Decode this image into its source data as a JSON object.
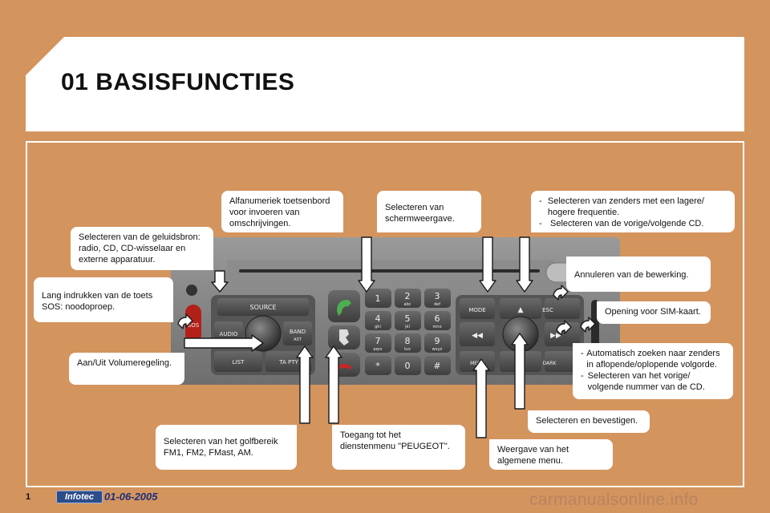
{
  "header": {
    "title": "01 BASISFUNCTIES"
  },
  "labels": {
    "source": "Selecteren van de geluidsbron: radio, CD, CD-wisselaar en externe apparatuur.",
    "sos": "Lang indrukken van de toets SOS: noodoproep.",
    "volume": "Aan/Uit Volumeregeling.",
    "keyboard": "Alfanumeriek toetsenbord voor invoeren van omschrijvingen.",
    "display_mode": "Selecteren van schermweergave.",
    "frequency_items": [
      "Selecteren van zenders met een lagere/ hogere frequentie.",
      "Selecteren van de vorige/volgende CD."
    ],
    "cancel": "Annuleren van de bewerking.",
    "sim": "Opening voor SIM-kaart.",
    "search_items": [
      "Automatisch zoeken naar zenders in aflopende/oplopende volgorde.",
      "Selecteren van het vorige/ volgende nummer van de CD."
    ],
    "confirm": "Selecteren en bevestigen.",
    "band": "Selecteren van het golfbereik FM1, FM2, FMast, AM.",
    "services": "Toegang tot het dienstenmenu \"PEUGEOT\".",
    "main_menu": "Weergave van het algemene menu."
  },
  "device": {
    "buttons": {
      "source": "SOURCE",
      "audio": "AUDIO",
      "band": "BAND",
      "band_sub": "AST",
      "list": "LIST",
      "ta_pty": "TA PTY",
      "mode": "MODE",
      "esc": "ESC",
      "menu": "MENU",
      "dark": "DARK",
      "sos": "SOS"
    },
    "keypad": [
      {
        "num": "1",
        "sub": ""
      },
      {
        "num": "2",
        "sub": "abc"
      },
      {
        "num": "3",
        "sub": "def"
      },
      {
        "num": "4",
        "sub": "ghi"
      },
      {
        "num": "5",
        "sub": "jkl"
      },
      {
        "num": "6",
        "sub": "mno"
      },
      {
        "num": "7",
        "sub": "pqrs"
      },
      {
        "num": "8",
        "sub": "tuv"
      },
      {
        "num": "9",
        "sub": "wxyz"
      },
      {
        "num": "*",
        "sub": ""
      },
      {
        "num": "0",
        "sub": ""
      },
      {
        "num": "#",
        "sub": ""
      }
    ]
  },
  "footer": {
    "page": "1",
    "badge": "Infotec",
    "date": "01-06-2005",
    "watermark": "carmanualsonline.info"
  }
}
